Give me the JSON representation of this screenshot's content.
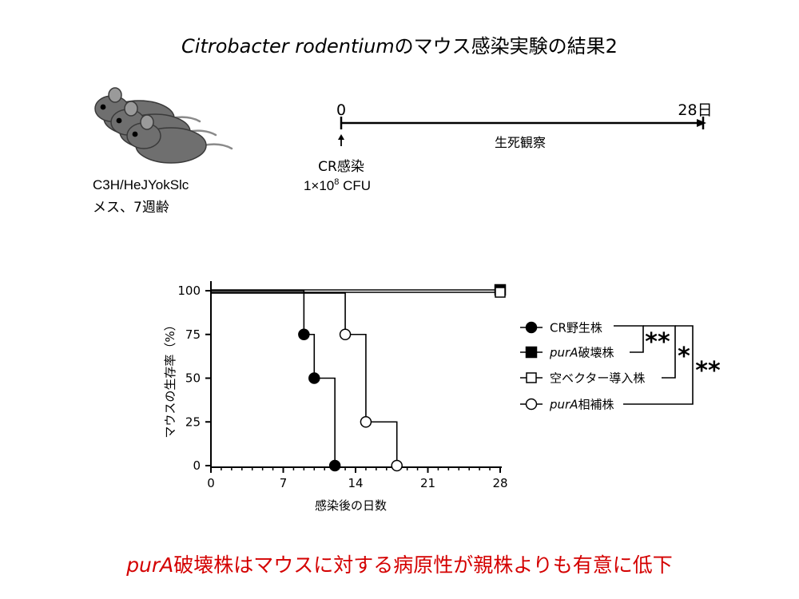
{
  "title": {
    "italic": "Citrobacter rodentium",
    "rest": "のマウス感染実験の結果2"
  },
  "mouse": {
    "strain": "C3H/HeJYokSlc",
    "info": "メス、7週齢"
  },
  "timeline": {
    "start_label": "0",
    "end_label": "28日",
    "observation_label": "生死観察",
    "infection_label": "CR感染",
    "dose_base": "1×10",
    "dose_exp": "8",
    "dose_unit": " CFU"
  },
  "chart_data": {
    "type": "line",
    "step": true,
    "xlabel": "感染後の日数",
    "ylabel": "マウスの生存率（%）",
    "xlim": [
      0,
      28
    ],
    "ylim": [
      0,
      100
    ],
    "xticks": [
      0,
      7,
      14,
      21,
      28
    ],
    "yticks": [
      0,
      25,
      50,
      75,
      100
    ],
    "grid": false,
    "legend_position": "right",
    "series": [
      {
        "name": "CR野生株",
        "name_italic": "",
        "name_rest": "CR野生株",
        "marker": "filled-circle",
        "x": [
          0,
          9,
          10,
          12
        ],
        "y": [
          100,
          75,
          50,
          0
        ],
        "markers_at": [
          9,
          10,
          12
        ]
      },
      {
        "name": "purA破壊株",
        "name_italic": "purA",
        "name_rest": "破壊株",
        "marker": "filled-square",
        "x": [
          0,
          28
        ],
        "y": [
          100,
          100
        ],
        "markers_at": [
          28
        ]
      },
      {
        "name": "空ベクター導入株",
        "name_italic": "",
        "name_rest": "空ベクター導入株",
        "marker": "open-square",
        "x": [
          0,
          28
        ],
        "y": [
          100,
          100
        ],
        "markers_at": [
          28
        ]
      },
      {
        "name": "purA相補株",
        "name_italic": "purA",
        "name_rest": "相補株",
        "marker": "open-circle",
        "x": [
          0,
          13,
          15,
          18
        ],
        "y": [
          100,
          75,
          25,
          0
        ],
        "markers_at": [
          13,
          15,
          18
        ]
      }
    ],
    "significance": [
      {
        "label": "**",
        "between": [
          0,
          1
        ]
      },
      {
        "label": "*",
        "between": [
          0,
          2
        ]
      },
      {
        "label": "**",
        "between": [
          0,
          3
        ]
      }
    ]
  },
  "conclusion": {
    "italic": "purA",
    "rest": "破壊株はマウスに対する病原性が親株よりも有意に低下"
  }
}
